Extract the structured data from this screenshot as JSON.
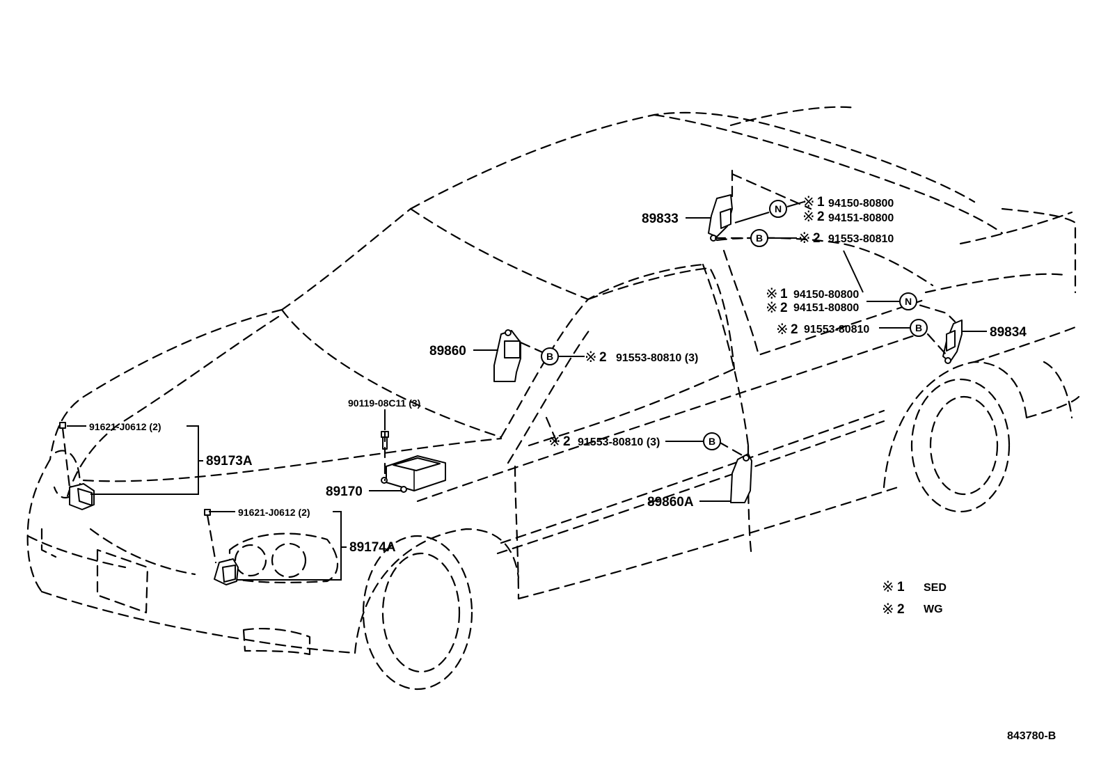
{
  "mark": "※",
  "callout_letters": {
    "n": "N",
    "b": "B"
  },
  "labels": {
    "p89833": "89833",
    "p89834": "89834",
    "p89860": "89860",
    "p89860a": "89860A",
    "p89170": "89170",
    "p89173a": "89173A",
    "p89174a": "89174A",
    "bolt_ecu": "90119-08C11 (3)",
    "screw_front_1": "91621-J0612 (2)",
    "screw_front_2": "91621-J0612 (2)"
  },
  "variant_labels": {
    "top_n1": {
      "num": "1",
      "part": "94150-80800"
    },
    "top_n2": {
      "num": "2",
      "part": "94151-80800"
    },
    "top_b": {
      "num": "2",
      "part": "91553-80810"
    },
    "right_n1": {
      "num": "1",
      "part": "94150-80800"
    },
    "right_n2": {
      "num": "2",
      "part": "94151-80800"
    },
    "right_b": {
      "num": "2",
      "part": "91553-80810"
    },
    "mid_b": {
      "num": "2",
      "part": "91553-80810 (3)"
    },
    "low_b": {
      "num": "2",
      "part": "91553-80810 (3)"
    }
  },
  "legend": [
    {
      "num": "1",
      "text": "SED"
    },
    {
      "num": "2",
      "text": "WG"
    }
  ],
  "diagram_id": "843780-B"
}
